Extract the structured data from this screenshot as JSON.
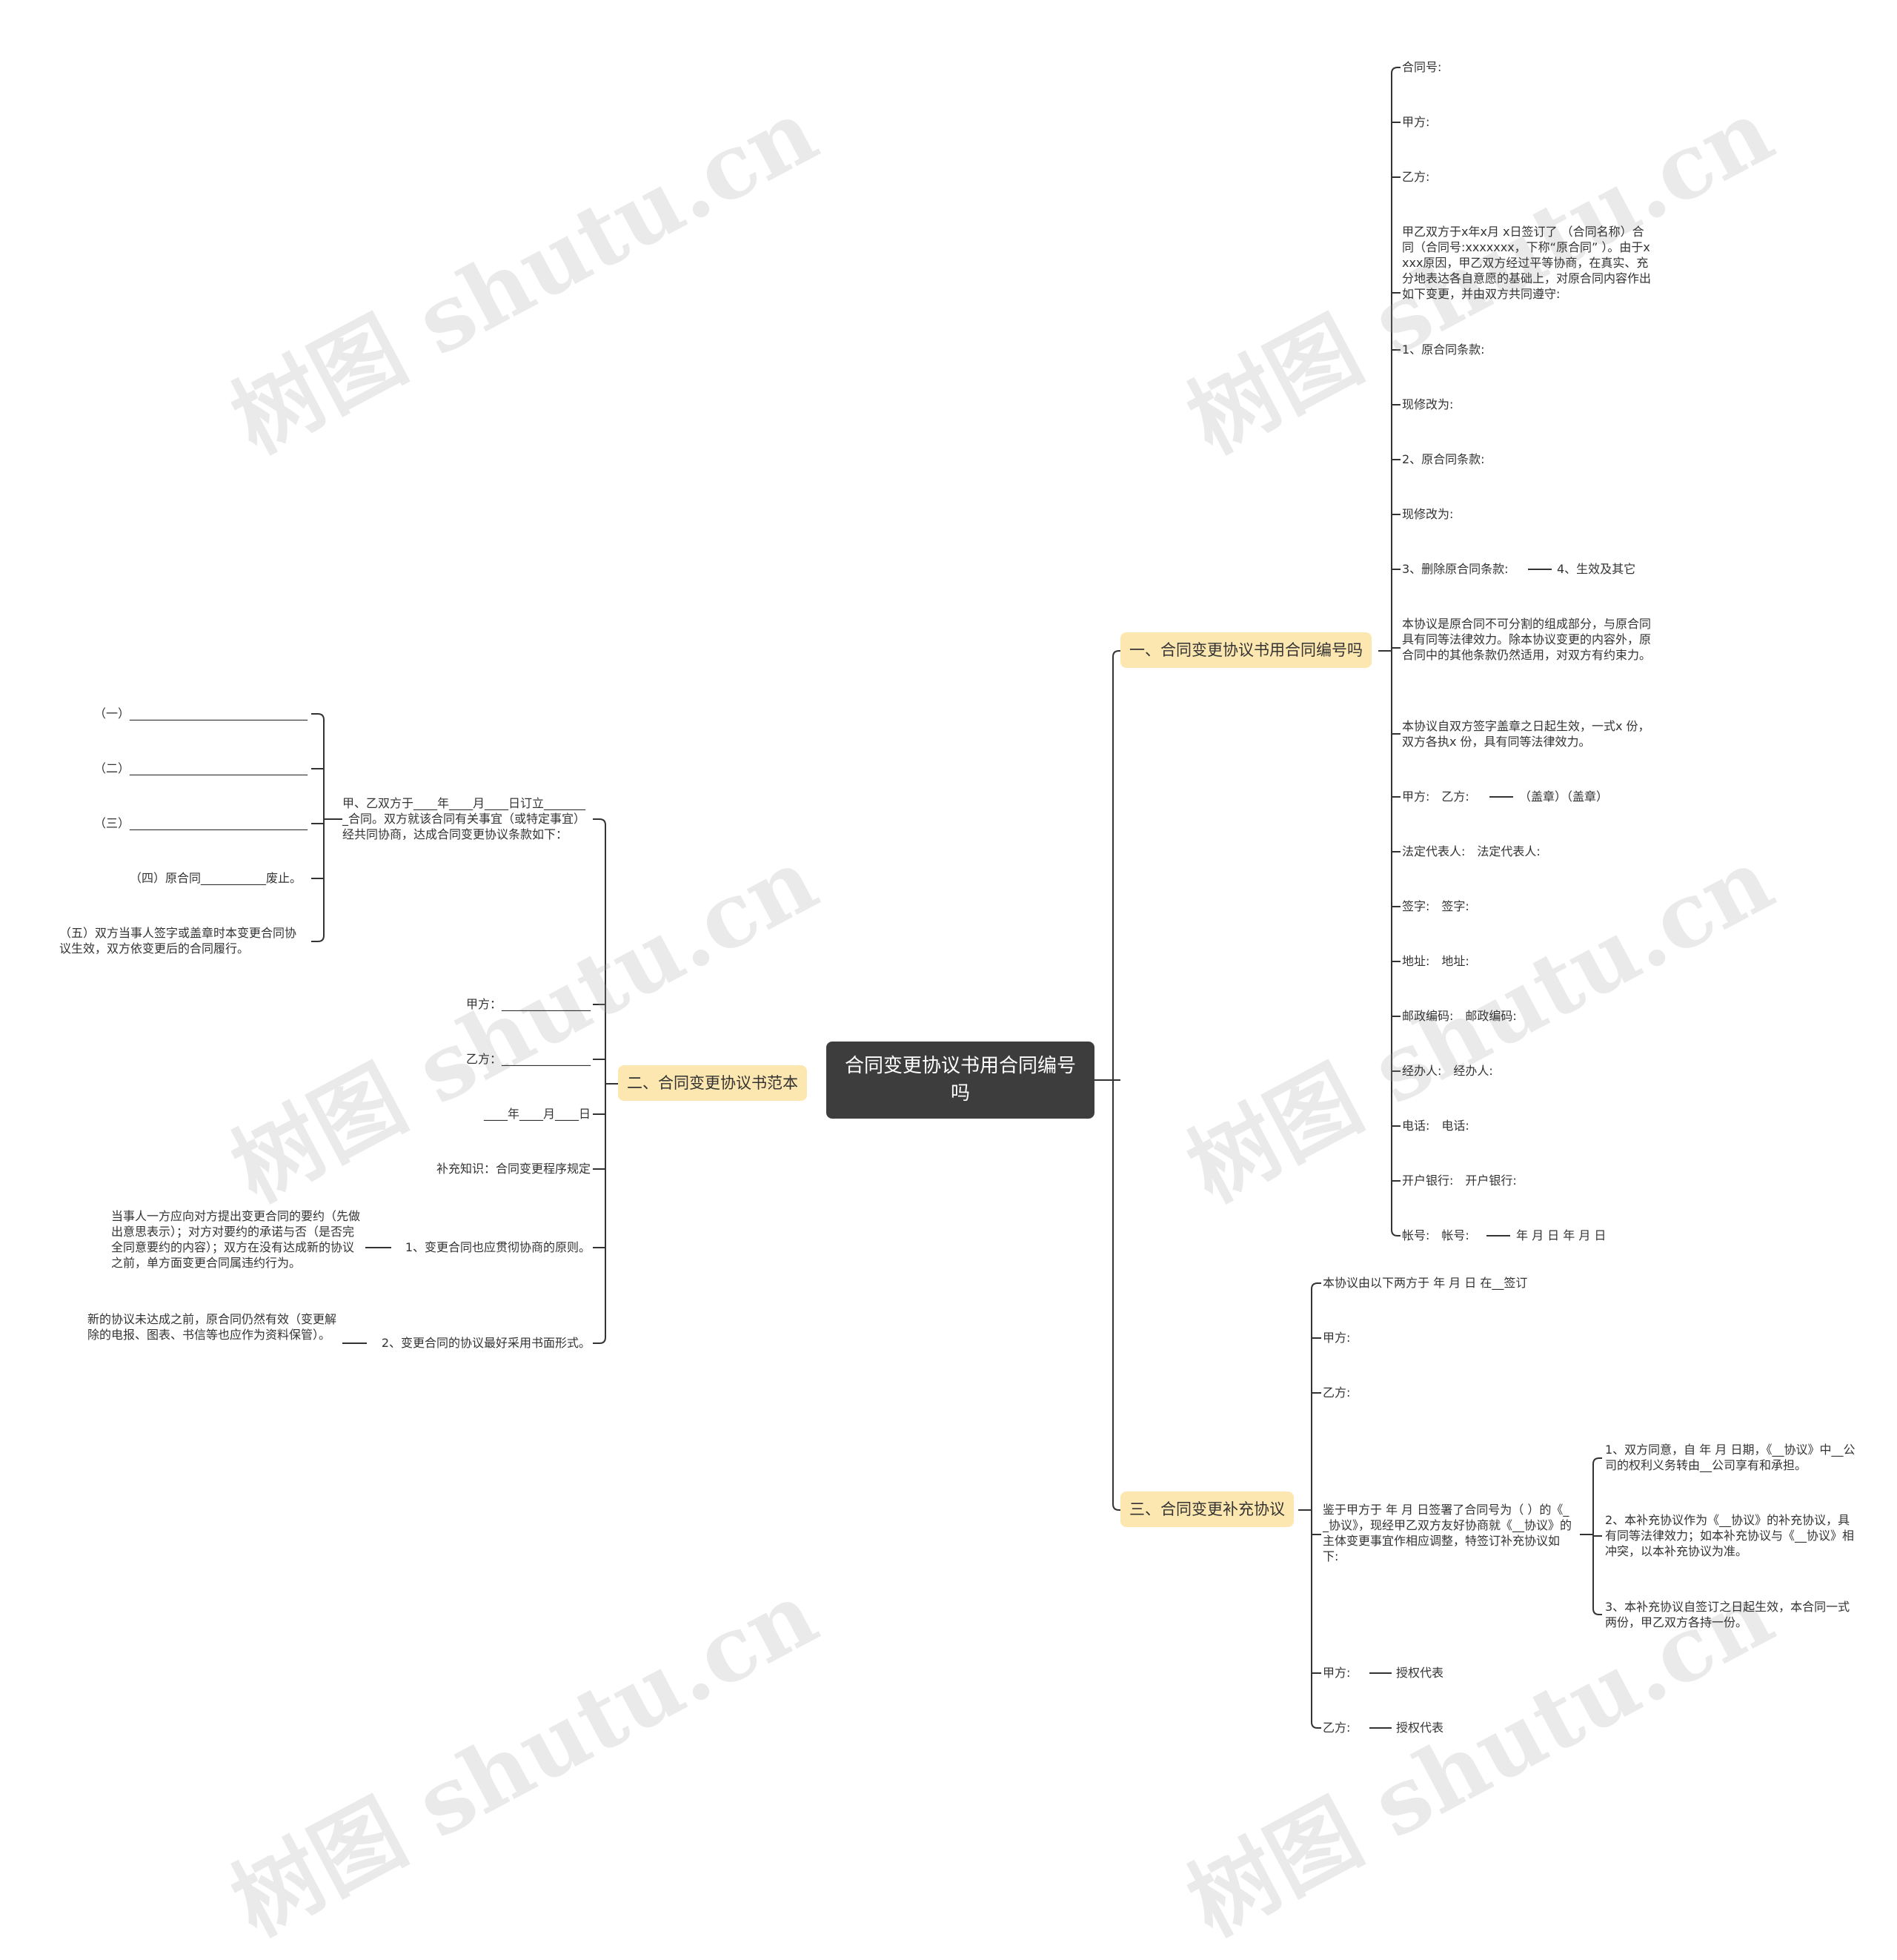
{
  "root": {
    "title": "合同变更协议书用合同编号吗"
  },
  "watermark": "树图 shutu.cn",
  "colors": {
    "root_bg": "#3d3d3d",
    "branch_bg": "#fde7b0",
    "line": "#333333",
    "text": "#333333"
  },
  "branches": {
    "b1": {
      "label": "一、合同变更协议书用合同编号吗",
      "items": [
        "合同号:",
        "甲方:",
        "乙方:",
        "甲乙双方于x年x月 x日签订了 （合同名称）合同（合同号:xxxxxxx，下称“原合同” ）。由于xxxx原因，甲乙双方经过平等协商，在真实、充分地表达各自意愿的基础上，对原合同内容作出如下变更，并由双方共同遵守:",
        "1、原合同条款:",
        "现修改为:",
        "2、原合同条款:",
        "现修改为:",
        "3、删除原合同条款:",
        "本协议是原合同不可分割的组成部分，与原合同具有同等法律效力。除本协议变更的内容外，原合同中的其他条款仍然适用，对双方有约束力。",
        "本协议自双方签字盖章之日起生效，一式x 份，双方各执x 份，具有同等法律效力。",
        "甲方:　乙方:",
        "法定代表人:　法定代表人:",
        "签字:　签字:",
        "地址:　地址:",
        "邮政编码:　邮政编码:",
        "经办人:　经办人:",
        "电话:　电话:",
        "开户银行:　开户银行:",
        "帐号:　帐号:"
      ],
      "item3_child": "4、生效及其它",
      "sign_child": "（盖章）（盖章）",
      "account_child": "年 月 日 年 月 日"
    },
    "b2": {
      "label": "二、合同变更协议书范本",
      "intro": "甲、乙双方于____年____月____日订立________合同。双方就该合同有关事宜（或特定事宜）经共同协商，达成合同变更协议条款如下：",
      "clauses": [
        "（一）______________________________",
        "（二）______________________________",
        "（三）______________________________",
        "（四）原合同___________废止。",
        "（五）双方当事人签字或盖章时本变更合同协议生效，双方依变更后的合同履行。"
      ],
      "party_a": "甲方：_______________",
      "party_b": "乙方：_______________",
      "date": "____年____月____日",
      "supplement": "补充知识：合同变更程序规定",
      "rule1": "1、变更合同也应贯彻协商的原则。",
      "rule1_detail": "当事人一方应向对方提出变更合同的要约（先做出意思表示）；对方对要约的承诺与否（是否完全同意要约的内容）；双方在没有达成新的协议之前，单方面变更合同属违约行为。",
      "rule2": "2、变更合同的协议最好采用书面形式。",
      "rule2_detail": "新的协议未达成之前，原合同仍然有效（变更解除的电报、图表、书信等也应作为资料保管）。"
    },
    "b3": {
      "label": "三、合同变更补充协议",
      "items": [
        "本协议由以下两方于 年 月 日 在__签订",
        "甲方:",
        "乙方:",
        "鉴于甲方于 年 月 日签署了合同号为（ ）的《__协议》，现经甲乙双方友好协商就《__协议》的主体变更事宜作相应调整，特签订补充协议如下:",
        "甲方:",
        "乙方:"
      ],
      "sub": [
        "1、双方同意，自 年 月 日期，《__协议》中__公司的权利义务转由__公司享有和承担。",
        "2、本补充协议作为《__协议》的补充协议，具有同等法律效力；如本补充协议与《__协议》相冲突，以本补充协议为准。",
        "3、本补充协议自签订之日起生效，本合同一式两份，甲乙双方各持一份。"
      ],
      "rep": "授权代表"
    }
  }
}
